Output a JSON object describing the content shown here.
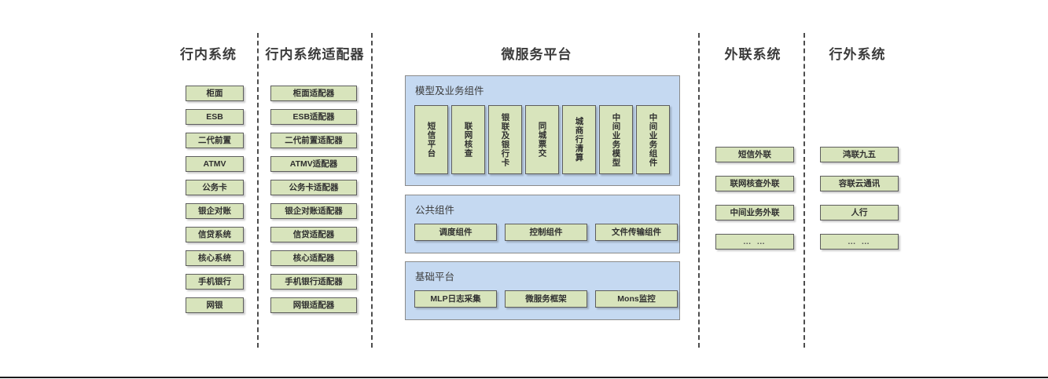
{
  "diagram": {
    "columns": [
      {
        "id": "inbank",
        "title": "行内系统",
        "items": [
          {
            "label": "柜面"
          },
          {
            "label": "ESB"
          },
          {
            "label": "二代前置"
          },
          {
            "label": "ATMV"
          },
          {
            "label": "公务卡"
          },
          {
            "label": "银企对账"
          },
          {
            "label": "信贷系统"
          },
          {
            "label": "核心系统"
          },
          {
            "label": "手机银行"
          },
          {
            "label": "网银"
          }
        ]
      },
      {
        "id": "inbank-adapter",
        "title": "行内系统适配器",
        "items": [
          {
            "label": "柜面适配器"
          },
          {
            "label": "ESB适配器"
          },
          {
            "label": "二代前置适配器"
          },
          {
            "label": "ATMV适配器"
          },
          {
            "label": "公务卡适配器"
          },
          {
            "label": "银企对账适配器"
          },
          {
            "label": "信贷适配器"
          },
          {
            "label": "核心适配器"
          },
          {
            "label": "手机银行适配器"
          },
          {
            "label": "网银适配器"
          }
        ]
      },
      {
        "id": "microservice-platform",
        "title": "微服务平台",
        "panels": [
          {
            "id": "model-business-components",
            "title": "模型及业务组件",
            "items": [
              {
                "label": "短信平台"
              },
              {
                "label": "联网核查"
              },
              {
                "label": "银联及银行卡"
              },
              {
                "label": "同城票交"
              },
              {
                "label": "城商行清算"
              },
              {
                "label": "中间业务模型"
              },
              {
                "label": "中间业务组件"
              }
            ]
          },
          {
            "id": "public-components",
            "title": "公共组件",
            "items": [
              {
                "label": "调度组件"
              },
              {
                "label": "控制组件"
              },
              {
                "label": "文件传输组件"
              }
            ]
          },
          {
            "id": "base-platform",
            "title": "基础平台",
            "items": [
              {
                "label": "MLP日志采集"
              },
              {
                "label": "微服务框架"
              },
              {
                "label": "Mons监控"
              }
            ]
          }
        ]
      },
      {
        "id": "external-link",
        "title": "外联系统",
        "items": [
          {
            "label": "短信外联"
          },
          {
            "label": "联网核查外联"
          },
          {
            "label": "中间业务外联"
          },
          {
            "label": "… …"
          }
        ]
      },
      {
        "id": "outbank",
        "title": "行外系统",
        "items": [
          {
            "label": "鸿联九五"
          },
          {
            "label": "容联云通讯"
          },
          {
            "label": "人行"
          },
          {
            "label": "… …"
          }
        ]
      }
    ],
    "colors": {
      "node_fill": "#d8e4bc",
      "node_border": "#5d5d5d",
      "panel_fill": "#c5d9f1",
      "panel_border": "#8a8a8a",
      "divider": "#4d4d4d",
      "text": "#3d3d3d",
      "background": "#ffffff"
    }
  }
}
